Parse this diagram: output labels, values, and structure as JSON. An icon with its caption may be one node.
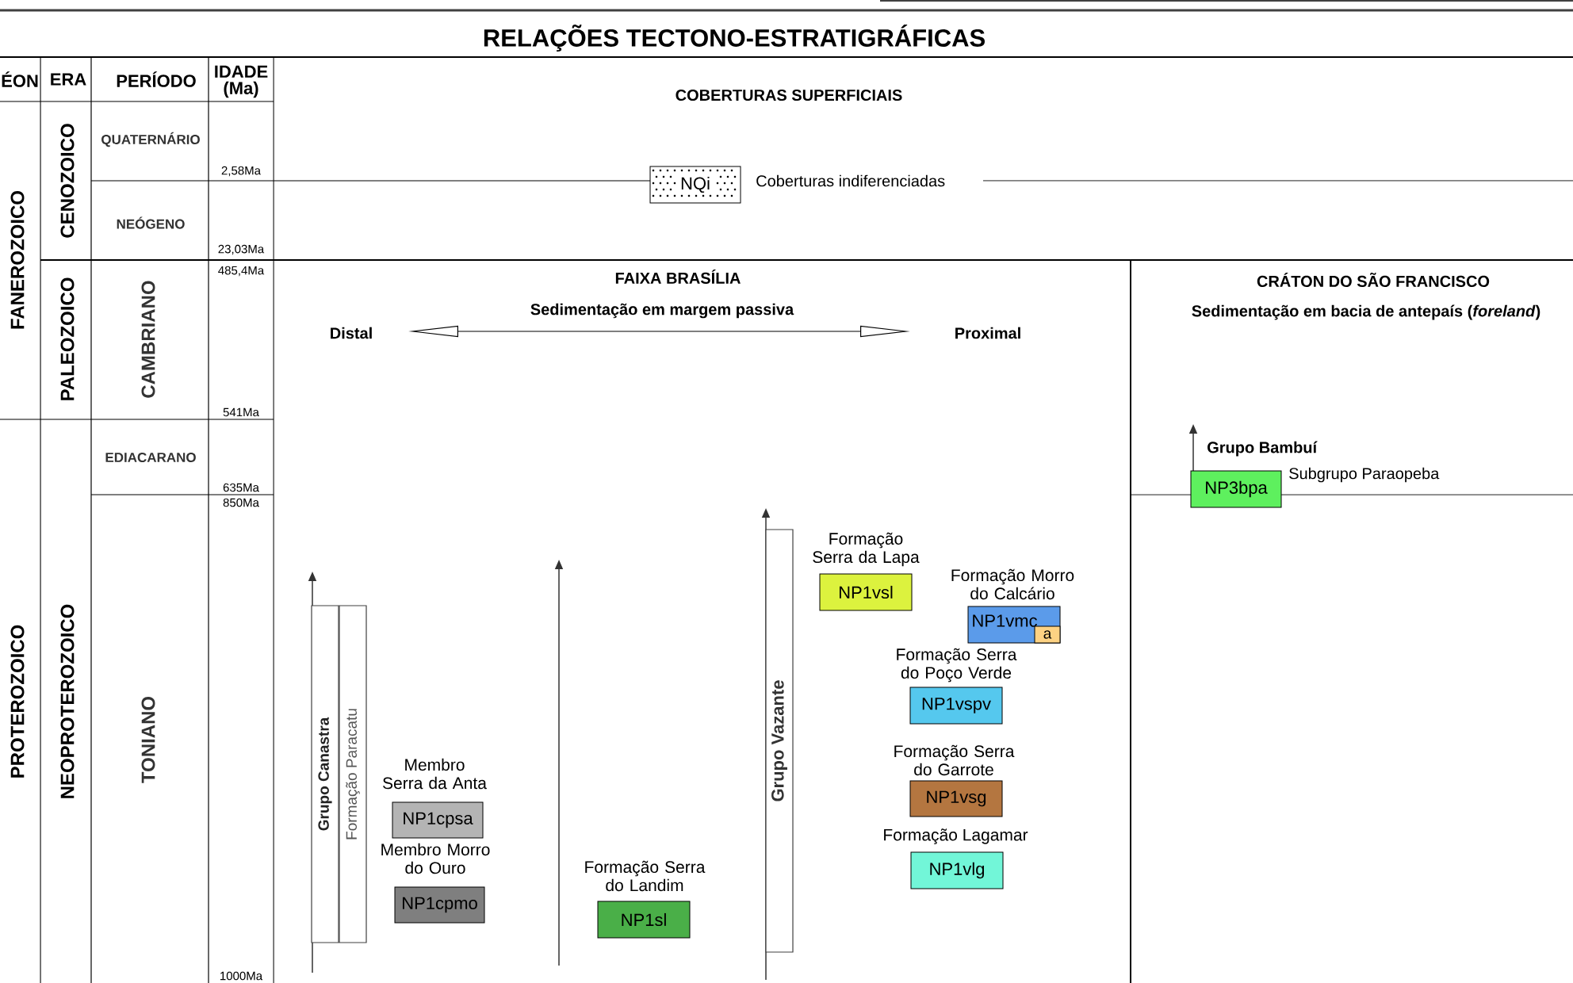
{
  "diagram": {
    "title": "RELAÇÕES TECTONO-ESTRATIGRÁFICAS",
    "nodes": [
      {
        "text": [
          "NQi"
        ],
        "beside": [
          "Coberturas indiferenciadas"
        ]
      },
      {
        "text": [
          "Grupo Canastra"
        ]
      },
      {
        "text": [
          "Formação Paracatu"
        ]
      },
      {
        "text": [
          "NP1cpsa"
        ],
        "beside": [
          "Membro Serra da Anta"
        ]
      },
      {
        "text": [
          "NP1cpmo"
        ],
        "beside": [
          "Membro Morro do Ouro"
        ]
      },
      {
        "text": [
          "NP1sl"
        ],
        "beside": [
          "Formação Serra do Landim"
        ]
      },
      {
        "text": [
          "Grupo Vazante"
        ]
      },
      {
        "text": [
          "NP1vsl"
        ],
        "beside": [
          "Formação Serra da Lapa"
        ]
      },
      {
        "text": [
          "NP1vmc"
        ],
        "beside": [
          "Formação Morro do Calcário"
        ]
      },
      {
        "text": [
          "a"
        ],
        "in": 8
      },
      {
        "text": [
          "NP1vspv"
        ],
        "beside": [
          "Formação Serra do Poço Verde"
        ]
      },
      {
        "text": [
          "NP1vsg"
        ],
        "beside": [
          "Formação Serra do Garrote"
        ]
      },
      {
        "text": [
          "NP1vlg"
        ],
        "beside": [
          "Formação Lagamar"
        ]
      },
      {
        "text": [
          "NP3bpa"
        ],
        "beside": [
          "Grupo Bambuí",
          "Subgrupo Paraopeba"
        ]
      }
    ],
    "labels": [
      "ÉON",
      "ERA",
      "PERÍODO",
      "IDADE (Ma)",
      "COBERTURAS SUPERFICIAIS",
      "FANEROZOICO",
      "CENOZOICO",
      "QUATERNÁRIO",
      "2,58Ma",
      "NEÓGENO",
      "23,03Ma",
      "PALEOZOICO",
      "CAMBRIANO",
      "485,4Ma",
      "FAIXA BRASÍLIA",
      "CRÁTON DO SÃO FRANCISCO",
      "Sedimentação em margem passiva",
      "Sedimentação em bacia de antepaís (*foreland*)",
      "Distal",
      "Proximal",
      "541Ma",
      "PROTEROZOICO",
      "NEOPROTEROZOICO",
      "EDIACARANO",
      "635Ma",
      "850Ma",
      "TONIANO",
      "1000Ma"
    ]
  }
}
